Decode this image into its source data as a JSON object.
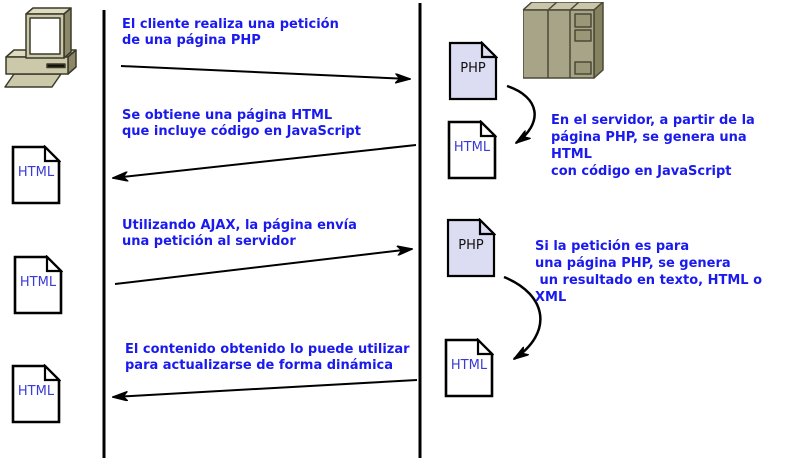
{
  "diagram": {
    "kind": "sequence-diagram",
    "topic": "Flujo de una petición AJAX entre cliente y servidor",
    "colors": {
      "message_text": "#1a1aee",
      "doc_label_blue": "#3a3ad6",
      "php_doc_fill": "#dcdcf2",
      "html_doc_fill": "#ffffff",
      "line": "#000000",
      "hardware_beige": "#ccc9aa",
      "hardware_front": "#a7a488",
      "hardware_side": "#85825f"
    }
  },
  "icons": {
    "client": "desktop-computer-icon",
    "server": "server-tower-icon"
  },
  "messages": [
    {
      "direction": "client-to-server",
      "text": "El cliente realiza una petición\nde una página PHP"
    },
    {
      "direction": "server-to-client",
      "text": "Se obtiene una página HTML\nque incluye código en JavaScript"
    },
    {
      "direction": "client-to-server",
      "text": "Utilizando AJAX, la página envía\nuna petición al servidor"
    },
    {
      "direction": "server-to-client",
      "text": "El contenido obtenido lo puede utilizar\npara actualizarse de forma dinámica"
    }
  ],
  "server_notes": [
    {
      "text": "En el servidor, a partir de la\npágina PHP, se genera una HTML\ncon código en JavaScript"
    },
    {
      "text": "Si la petición es para\nuna página PHP, se genera\n un resultado en texto, HTML o XML"
    }
  ],
  "client_documents": [
    {
      "label": "HTML"
    },
    {
      "label": "HTML"
    },
    {
      "label": "HTML"
    }
  ],
  "server_documents": [
    {
      "label": "PHP"
    },
    {
      "label": "HTML"
    },
    {
      "label": "PHP"
    },
    {
      "label": "HTML"
    }
  ]
}
